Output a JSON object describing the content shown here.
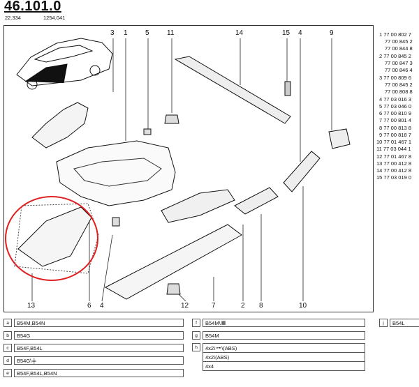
{
  "header": {
    "title": "46.101.0",
    "code_left": "22.334",
    "code_right": "1254.041"
  },
  "callouts": {
    "top": [
      "3",
      "1",
      "5",
      "11",
      "14",
      "15",
      "4",
      "9"
    ],
    "bottom": [
      "13",
      "6",
      "4",
      "12",
      "7",
      "2",
      "8",
      "10"
    ]
  },
  "part_numbers": [
    "1  77 00 802 7",
    "77 00 845 2",
    "77 00 844 8",
    "2  77 00 845 2",
    "77 00 847 3",
    "77 00 846 4",
    "3  77 00 809 6",
    "77 00 845 2",
    "77 00 808 8",
    "4  77 03 016 3",
    "5  77 03 046 0",
    "6  77 00 810 9",
    "7  77 00 801 4",
    "8  77 00 813 8",
    "9  77 00 818 7",
    "10  77 01 467 1",
    "11  77 03 044 1",
    "12  77 01 467 8",
    "13  77 00 412 8",
    "14  77 00 412 8",
    "15  77 03 019 0"
  ],
  "legend": {
    "a": {
      "key": "a",
      "text": "B54M,B54N"
    },
    "b": {
      "key": "b",
      "text": "B54G"
    },
    "c": {
      "key": "c",
      "text": "B54F,B54L"
    },
    "d": {
      "key": "d",
      "text": "B54G\\"
    },
    "e": {
      "key": "e",
      "text": "B54F,B54L,B54N"
    },
    "f": {
      "key": "f",
      "text": "B54M\\"
    },
    "g": {
      "key": "g",
      "text": "B54M"
    },
    "h": {
      "key": "h",
      "line1": "4x2\\",
      "line1b": "\\(ABS)",
      "line2": "4x2\\(ABS)",
      "line3": "4x4"
    },
    "j": {
      "key": "j",
      "text": "B54L"
    }
  }
}
